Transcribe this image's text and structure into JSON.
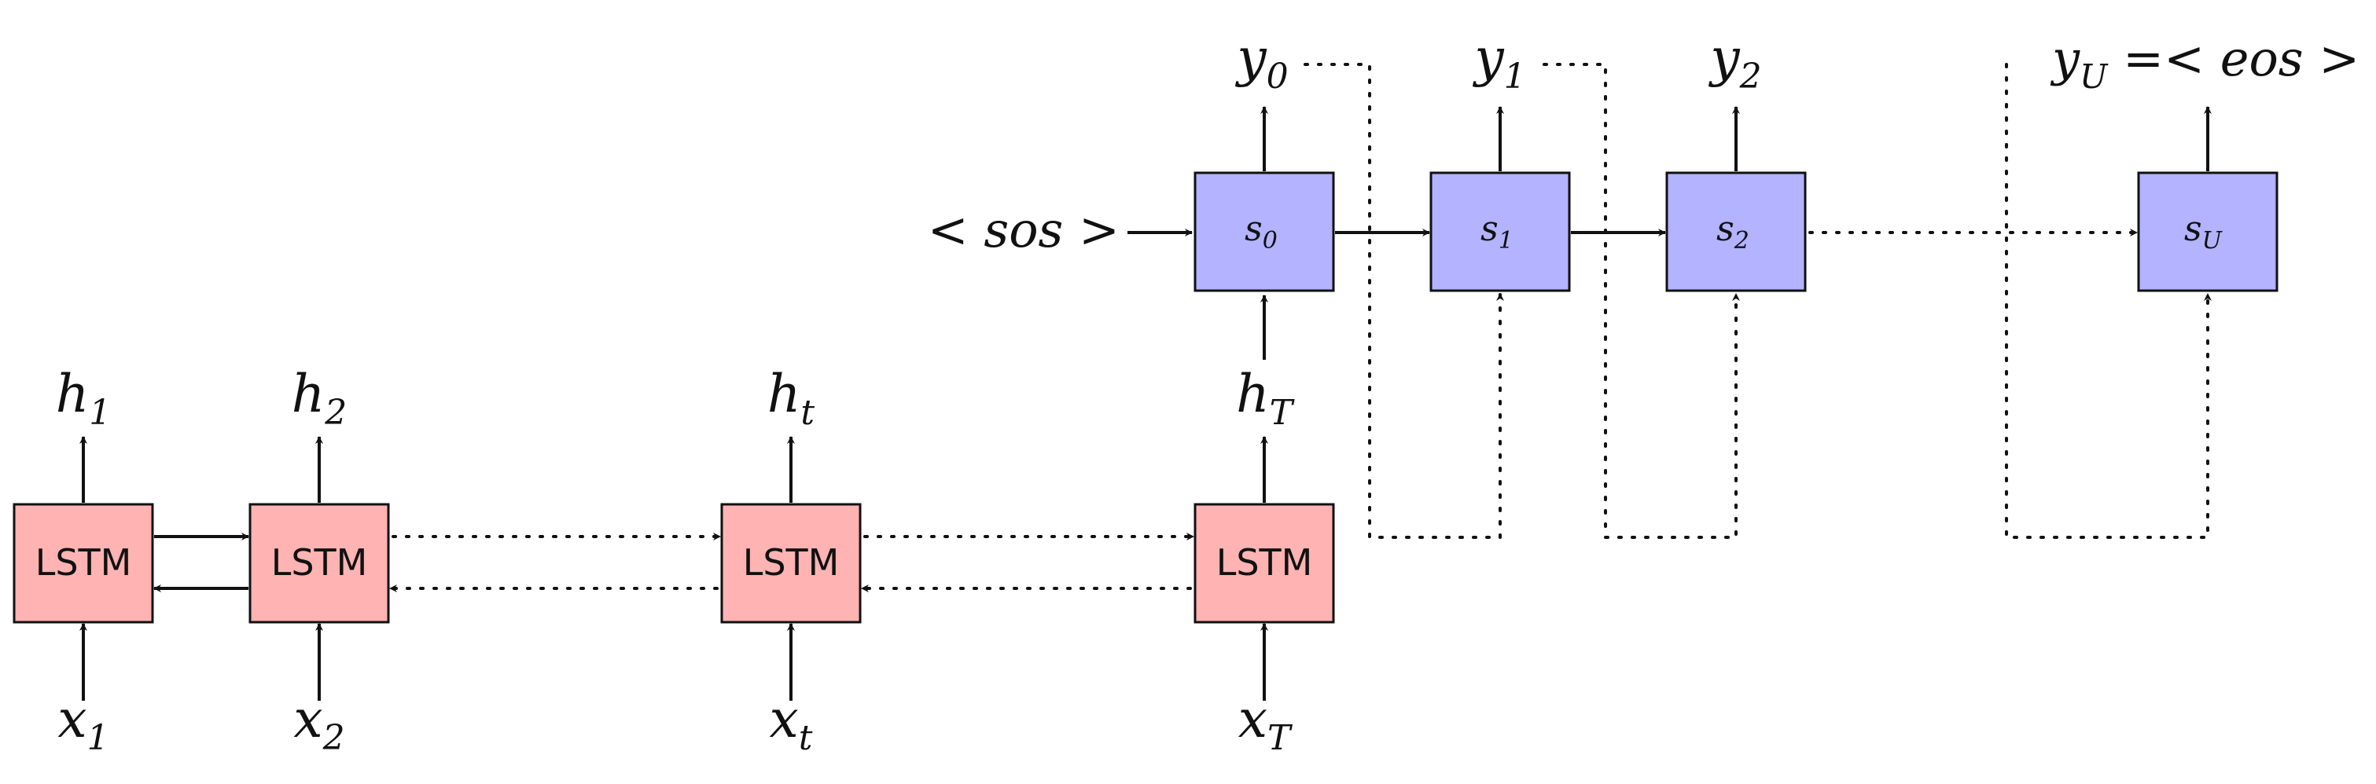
{
  "colors": {
    "encoder_fill": "#ffb3b3",
    "decoder_fill": "#b3b3ff",
    "line": "#111111"
  },
  "encoder": {
    "cells": [
      {
        "label": "LSTM",
        "input_sym": "x",
        "input_sub": "1",
        "output_sym": "h",
        "output_sub": "1"
      },
      {
        "label": "LSTM",
        "input_sym": "x",
        "input_sub": "2",
        "output_sym": "h",
        "output_sub": "2"
      },
      {
        "label": "LSTM",
        "input_sym": "x",
        "input_sub": "t",
        "output_sym": "h",
        "output_sub": "t"
      },
      {
        "label": "LSTM",
        "input_sym": "x",
        "input_sub": "T",
        "output_sym": "h",
        "output_sub": "T"
      }
    ]
  },
  "decoder": {
    "start_token": "< sos >",
    "cells": [
      {
        "state_sym": "s",
        "state_sub": "0",
        "output_sym": "y",
        "output_sub": "0"
      },
      {
        "state_sym": "s",
        "state_sub": "1",
        "output_sym": "y",
        "output_sub": "1"
      },
      {
        "state_sym": "s",
        "state_sub": "2",
        "output_sym": "y",
        "output_sub": "2"
      },
      {
        "state_sym": "s",
        "state_sub": "U",
        "output_sym": "y",
        "output_sub": "U",
        "output_suffix": " =< eos >"
      }
    ]
  }
}
